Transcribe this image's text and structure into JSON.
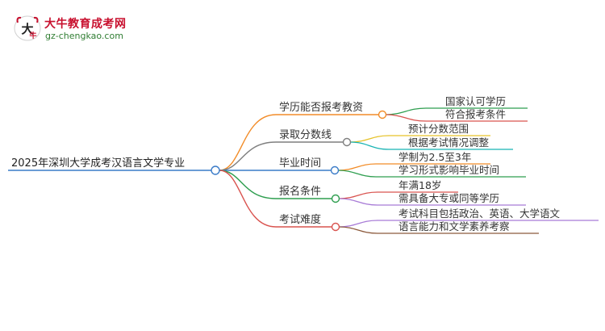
{
  "brand": {
    "name": "大牛教育成考网",
    "url": "gz-chengkao.com"
  },
  "mindmap": {
    "root": "2025年深圳大学成考汉语言文学专业",
    "branches": [
      {
        "label": "学历能否报考教资",
        "color": "#f28c28",
        "children": [
          {
            "label": "国家认可学历",
            "color": "#2e9e4f"
          },
          {
            "label": "符合报考条件",
            "color": "#d9534f"
          }
        ]
      },
      {
        "label": "录取分数线",
        "color": "#7f7f7f",
        "children": [
          {
            "label": "预计分数范围",
            "color": "#e6c229"
          },
          {
            "label": "根据考试情况调整",
            "color": "#18b3b3"
          }
        ]
      },
      {
        "label": "毕业时间",
        "color": "#3a7bc8",
        "children": [
          {
            "label": "学制为2.5至3年",
            "color": "#f28c28"
          },
          {
            "label": "学习形式影响毕业时间",
            "color": "#2e9e4f"
          }
        ]
      },
      {
        "label": "报名条件",
        "color": "#2e9e4f",
        "children": [
          {
            "label": "年满18岁",
            "color": "#d9534f"
          },
          {
            "label": "需具备大专或同等学历",
            "color": "#a77ad6"
          }
        ]
      },
      {
        "label": "考试难度",
        "color": "#d9534f",
        "children": [
          {
            "label": "考试科目包括政治、英语、大学语文",
            "color": "#a77ad6"
          },
          {
            "label": "语言能力和文学素养考察",
            "color": "#8c5a3c"
          }
        ]
      }
    ]
  }
}
